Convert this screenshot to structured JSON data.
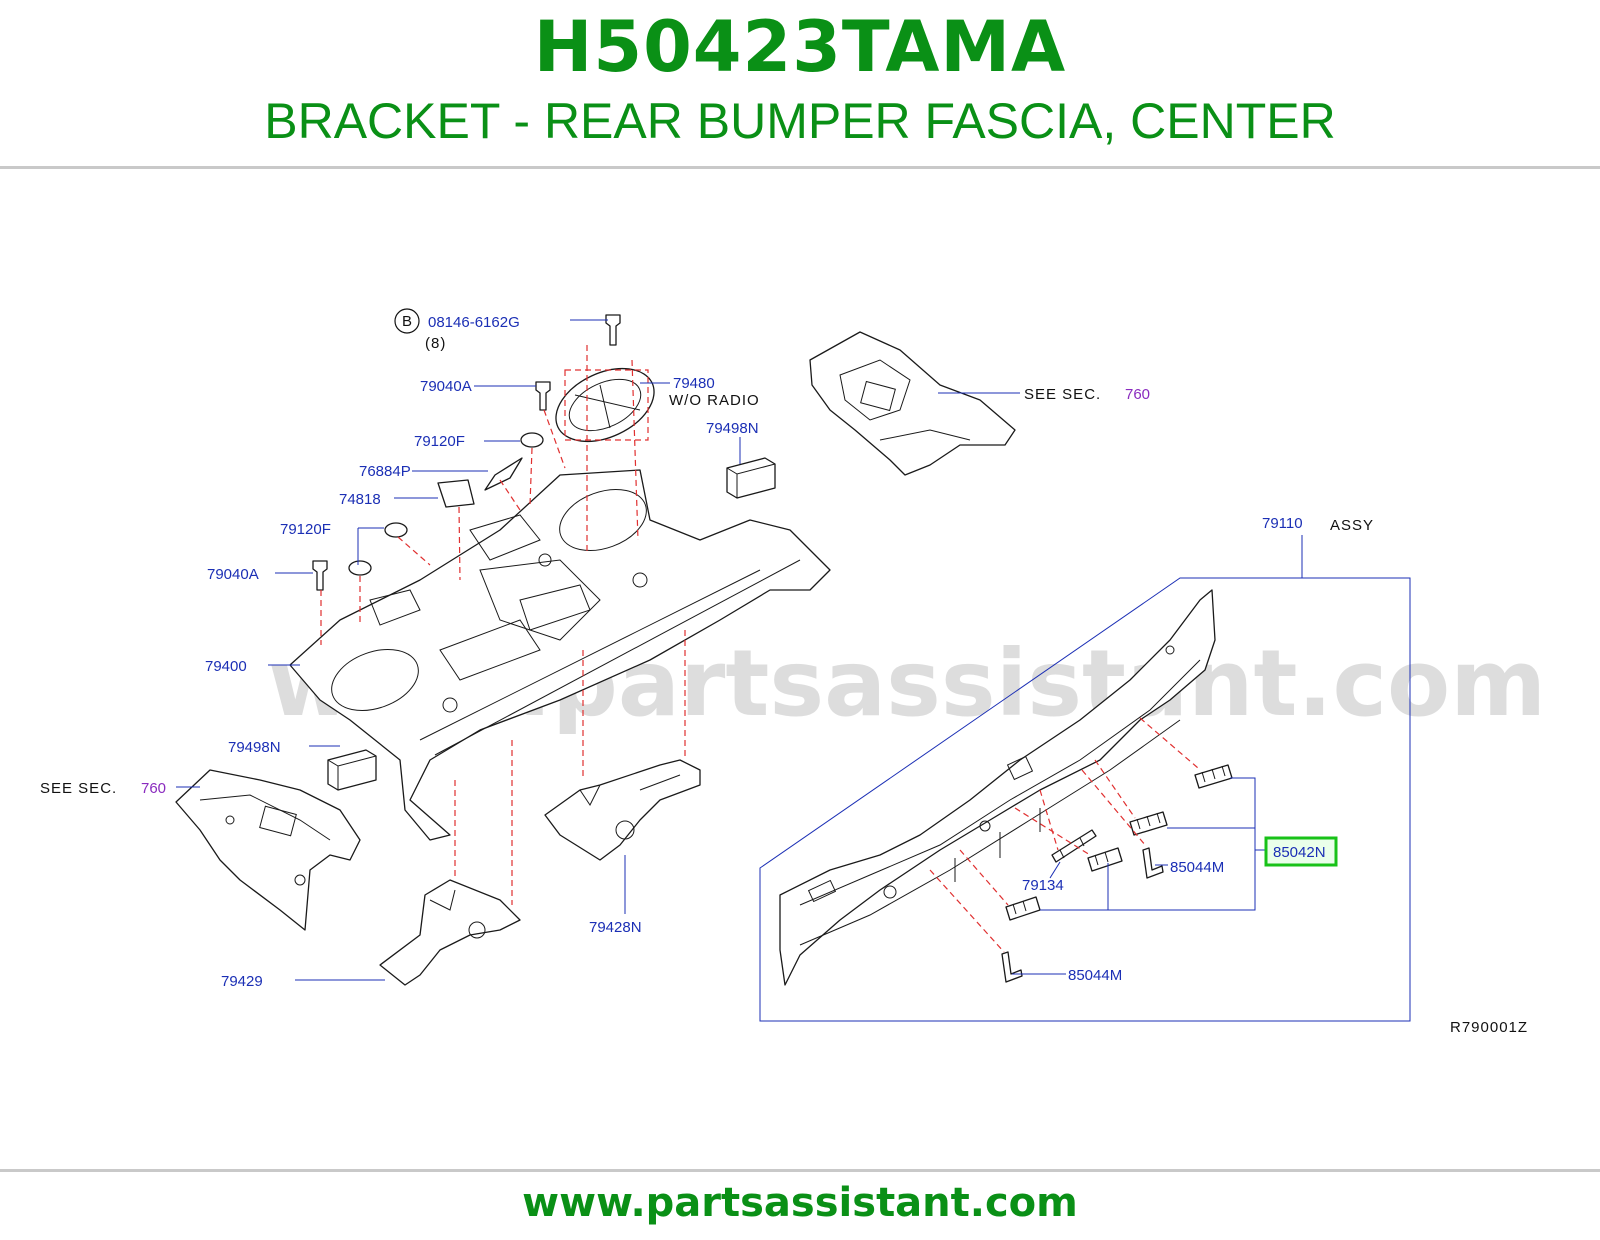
{
  "header": {
    "part_number": "H50423TAMA",
    "description": "BRACKET - REAR BUMPER FASCIA, CENTER"
  },
  "watermark": "www.partsassistant.com",
  "footer": {
    "url": "www.partsassistant.com"
  },
  "colors": {
    "title_green": "#0a9016",
    "label_blue": "#1b2fb5",
    "section_purple": "#8a2bbf",
    "highlight_green": "#18c218",
    "leader_dash_red": "#e03030"
  },
  "callouts": {
    "bolt_symbol": "B",
    "bolt_part": "08146-6162G",
    "bolt_qty": "(8)",
    "p79040A_top": "79040A",
    "p79480": "79480",
    "wo_radio": "W/O  RADIO",
    "p79498N_top": "79498N",
    "p79120F_top": "79120F",
    "p76884P": "76884P",
    "p74818": "74818",
    "p79120F_left": "79120F",
    "p79040A_left": "79040A",
    "p79400": "79400",
    "p79498N_left": "79498N",
    "see_sec_left": "SEE  SEC.",
    "sec_760_left": "760",
    "p79429": "79429",
    "p79428N": "79428N",
    "see_sec_top": "SEE  SEC.",
    "sec_760_top": "760",
    "p79110": "79110",
    "assy": "ASSY",
    "p85042N": "85042N",
    "p85044M_right": "85044M",
    "p79134": "79134",
    "p85044M_bottom": "85044M",
    "ref_code": "R790001Z"
  }
}
